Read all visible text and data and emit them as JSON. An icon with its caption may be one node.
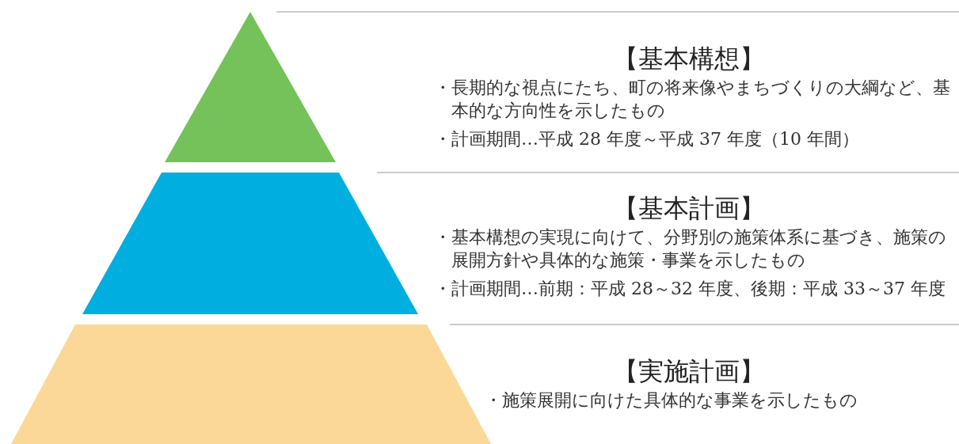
{
  "diagram": {
    "nodes": [
      {
        "text": [],
        "shape": "triangle",
        "beside": [
          "【基本構想】",
          "・長期的な視点にたち、町の将来像やまちづくりの大綱など、基本的な方向性を示したもの",
          "・計画期間…平成 28 年度～平成 37 年度（10 年間）"
        ]
      },
      {
        "text": [],
        "shape": "trapezoid",
        "beside": [
          "【基本計画】",
          "・基本構想の実現に向けて、分野別の施策体系に基づき、施策の展開方針や具体的な施策・事業を示したもの",
          "・計画期間…前期：平成 28～32 年度、後期：平成 33～37 年度"
        ]
      },
      {
        "text": [],
        "shape": "trapezoid",
        "beside": [
          "【実施計画】",
          "・施策展開に向けた具体的な事業を示したもの"
        ]
      }
    ]
  }
}
